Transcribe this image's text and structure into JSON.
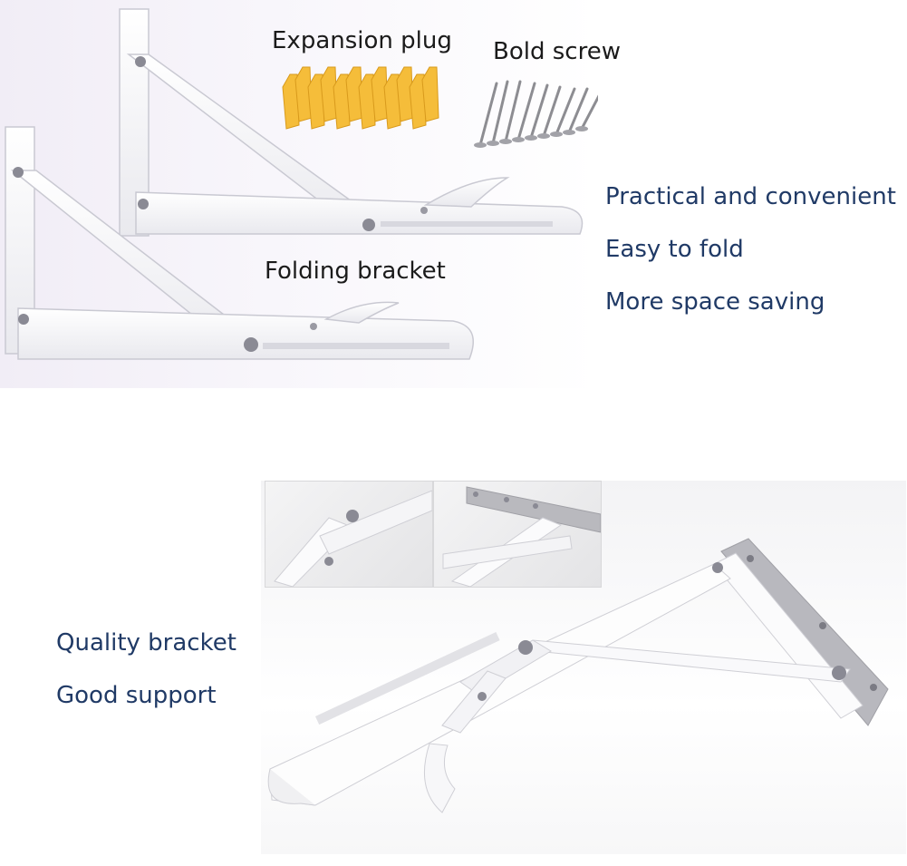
{
  "top_labels": {
    "expansion_plug": "Expansion plug",
    "bold_screw": "Bold screw",
    "folding_bracket": "Folding bracket"
  },
  "features_top": [
    "Practical and convenient",
    "Easy to fold",
    "More space saving"
  ],
  "features_bottom": [
    "Quality bracket",
    "Good support"
  ],
  "colors": {
    "text_blue": "#203a66",
    "text_dark": "#1b1b1b",
    "plug_yellow": "#f5bd3a",
    "screw_gray": "#8d8d92",
    "bracket_white": "#fbfbfc"
  }
}
